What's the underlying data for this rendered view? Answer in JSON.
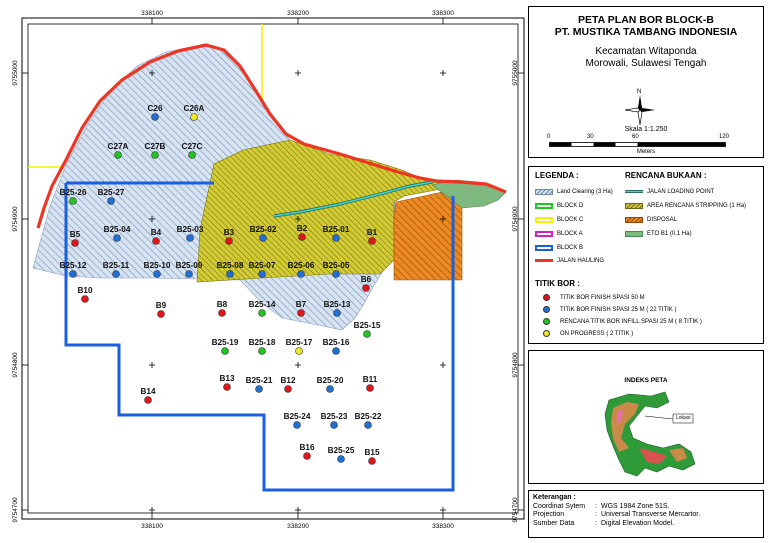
{
  "map": {
    "grid_x_labels": [
      "338100",
      "338200",
      "338300"
    ],
    "grid_y_labels": [
      "9755000",
      "9754900",
      "9754800",
      "9754700"
    ],
    "points": [
      {
        "label": "C26",
        "color": "blue"
      },
      {
        "label": "C26A",
        "color": "yellow"
      },
      {
        "label": "C27A",
        "color": "green"
      },
      {
        "label": "C27B",
        "color": "green"
      },
      {
        "label": "C27C",
        "color": "green"
      },
      {
        "label": "B25-26",
        "color": "green"
      },
      {
        "label": "B25-27",
        "color": "blue"
      },
      {
        "label": "B5",
        "color": "red"
      },
      {
        "label": "B25-04",
        "color": "blue"
      },
      {
        "label": "B4",
        "color": "red"
      },
      {
        "label": "B25-03",
        "color": "blue"
      },
      {
        "label": "B3",
        "color": "red"
      },
      {
        "label": "B25-02",
        "color": "blue"
      },
      {
        "label": "B2",
        "color": "red"
      },
      {
        "label": "B25-01",
        "color": "blue"
      },
      {
        "label": "B1",
        "color": "red"
      },
      {
        "label": "B25-12",
        "color": "blue"
      },
      {
        "label": "B25-11",
        "color": "blue"
      },
      {
        "label": "B25-10",
        "color": "blue"
      },
      {
        "label": "B25-09",
        "color": "blue"
      },
      {
        "label": "B25-08",
        "color": "blue"
      },
      {
        "label": "B25-07",
        "color": "blue"
      },
      {
        "label": "B25-06",
        "color": "blue"
      },
      {
        "label": "B25-05",
        "color": "blue"
      },
      {
        "label": "B10",
        "color": "red"
      },
      {
        "label": "B6",
        "color": "red"
      },
      {
        "label": "B9",
        "color": "red"
      },
      {
        "label": "B8",
        "color": "red"
      },
      {
        "label": "B25-14",
        "color": "green"
      },
      {
        "label": "B7",
        "color": "red"
      },
      {
        "label": "B25-13",
        "color": "blue"
      },
      {
        "label": "B25-15",
        "color": "green"
      },
      {
        "label": "B25-19",
        "color": "green"
      },
      {
        "label": "B25-18",
        "color": "green"
      },
      {
        "label": "B25-17",
        "color": "yellow"
      },
      {
        "label": "B25-16",
        "color": "blue"
      },
      {
        "label": "B13",
        "color": "red"
      },
      {
        "label": "B25-21",
        "color": "blue"
      },
      {
        "label": "B12",
        "color": "red"
      },
      {
        "label": "B25-20",
        "color": "blue"
      },
      {
        "label": "B11",
        "color": "red"
      },
      {
        "label": "B14",
        "color": "red"
      },
      {
        "label": "B25-24",
        "color": "blue"
      },
      {
        "label": "B25-23",
        "color": "blue"
      },
      {
        "label": "B25-22",
        "color": "blue"
      },
      {
        "label": "B16",
        "color": "red"
      },
      {
        "label": "B25-25",
        "color": "blue"
      },
      {
        "label": "B15",
        "color": "red"
      }
    ]
  },
  "title": {
    "line1": "PETA PLAN BOR BLOCK-B",
    "line2": "PT. MUSTIKA TAMBANG INDONESIA",
    "location1": "Kecamatan Witaponda",
    "location2": "Morowali, Sulawesi Tengah",
    "north": "N",
    "scale": "Skala 1:1.250",
    "scale_ticks": [
      "0",
      "30",
      "60",
      "120"
    ],
    "scale_unit": "Meters"
  },
  "legend": {
    "heading": "LEGENDA :",
    "items": [
      {
        "label": "Land Clearing (3 Ha)",
        "icon": "hatch-blue"
      },
      {
        "label": "BLOCK D",
        "icon": "outline-green"
      },
      {
        "label": "BLOCK C",
        "icon": "outline-yellow"
      },
      {
        "label": "BLOCK A",
        "icon": "outline-magenta"
      },
      {
        "label": "BLOCK B",
        "icon": "outline-blue"
      },
      {
        "label": "JALAN HAULING",
        "icon": "line-red"
      }
    ],
    "rencana_heading": "RENCANA BUKAAN :",
    "rencana_items": [
      {
        "label": "JALAN LOADING POINT",
        "icon": "line-teal"
      },
      {
        "label": "AREA RENCANA STRIPPING (1 Ha)",
        "icon": "hatch-yellow"
      },
      {
        "label": "DISPOSAL",
        "icon": "hatch-orange"
      },
      {
        "label": "ETO B1 (0,1 Ha)",
        "icon": "fill-green"
      }
    ],
    "titik_heading": "TITIK BOR :",
    "titik_items": [
      {
        "label": "TITIK BOR FINISH SPASI 50 M",
        "color": "#e3151b"
      },
      {
        "label": "TITIK BOR FINISH SPASI 25 M ( 22 TITIK )",
        "color": "#1f6fd6"
      },
      {
        "label": "RENCANA TITIK BOR INFILL SPASI 25 M ( 8 TITIK )",
        "color": "#22c322"
      },
      {
        "label": "ON PROGRESS ( 2 TITIK )",
        "color": "#f2ea1e"
      }
    ]
  },
  "index_map": {
    "title": "INDEKS PETA",
    "marker_label": "Lokasi"
  },
  "notes": {
    "heading": "Keterangan :",
    "rows": [
      {
        "key": "Coordinat Sytem",
        "value": "WGS 1984 Zone 51S."
      },
      {
        "key": "Projection",
        "value": "Universal Transverse Mercartor."
      },
      {
        "key": "Sumber Data",
        "value": "Digital Elevation Model."
      }
    ]
  },
  "colors": {
    "red": "#e3151b",
    "blue": "#1f6fd6",
    "green": "#22c322",
    "yellow": "#f2ea1e",
    "hauling": "#ee3524",
    "block_b": "#1a5fe0",
    "block_c": "#f5f200"
  }
}
